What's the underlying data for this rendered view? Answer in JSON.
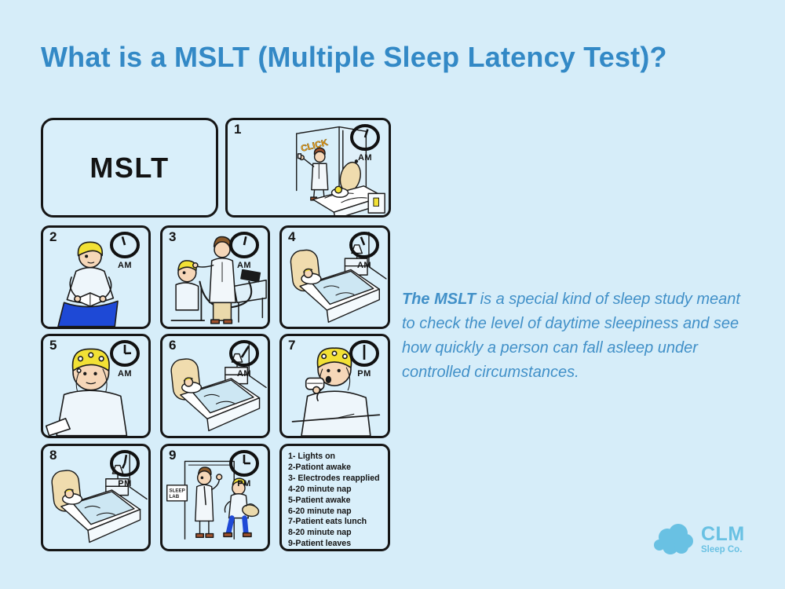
{
  "page": {
    "background_color": "#d6edf9",
    "title": "What is a MSLT (Multiple Sleep Latency Test)?",
    "title_color": "#3389c6"
  },
  "intro": {
    "lead": "The MSLT",
    "line1_rest": " is a special kind of sleep study meant",
    "line2": "to check the level of daytime sleepiness and see",
    "line3": "how quickly a person can fall asleep under",
    "line4": "controlled circumstances.",
    "text_color": "#4190c8"
  },
  "comic": {
    "cover_label": "MSLT",
    "panels": [
      {
        "number": "1",
        "period": "AM",
        "scene": "lights-on",
        "sound": "CLICK"
      },
      {
        "number": "2",
        "period": "AM",
        "scene": "patient-awake-reading"
      },
      {
        "number": "3",
        "period": "AM",
        "scene": "electrodes-reapplied"
      },
      {
        "number": "4",
        "period": "AM",
        "scene": "20-minute-nap"
      },
      {
        "number": "5",
        "period": "AM",
        "scene": "patient-awake"
      },
      {
        "number": "6",
        "period": "AM",
        "scene": "20-minute-nap"
      },
      {
        "number": "7",
        "period": "PM",
        "scene": "patient-eats-lunch"
      },
      {
        "number": "8",
        "period": "PM",
        "scene": "20-minute-nap"
      },
      {
        "number": "9",
        "period": "PM",
        "scene": "patient-leaves",
        "sign_line1": "SLEEP",
        "sign_line2": "LAB"
      }
    ],
    "legend": [
      "1- Lights on",
      "2-Pationt awake",
      "3- Electrodes reapplied",
      "4-20 minute nap",
      "5-Patient awake",
      "6-20 minute nap",
      "7-Patient eats lunch",
      "8-20 minute nap",
      "9-Patient leaves"
    ]
  },
  "logo": {
    "name": "CLM",
    "subtitle": "Sleep Co.",
    "color": "#69c1e3"
  }
}
